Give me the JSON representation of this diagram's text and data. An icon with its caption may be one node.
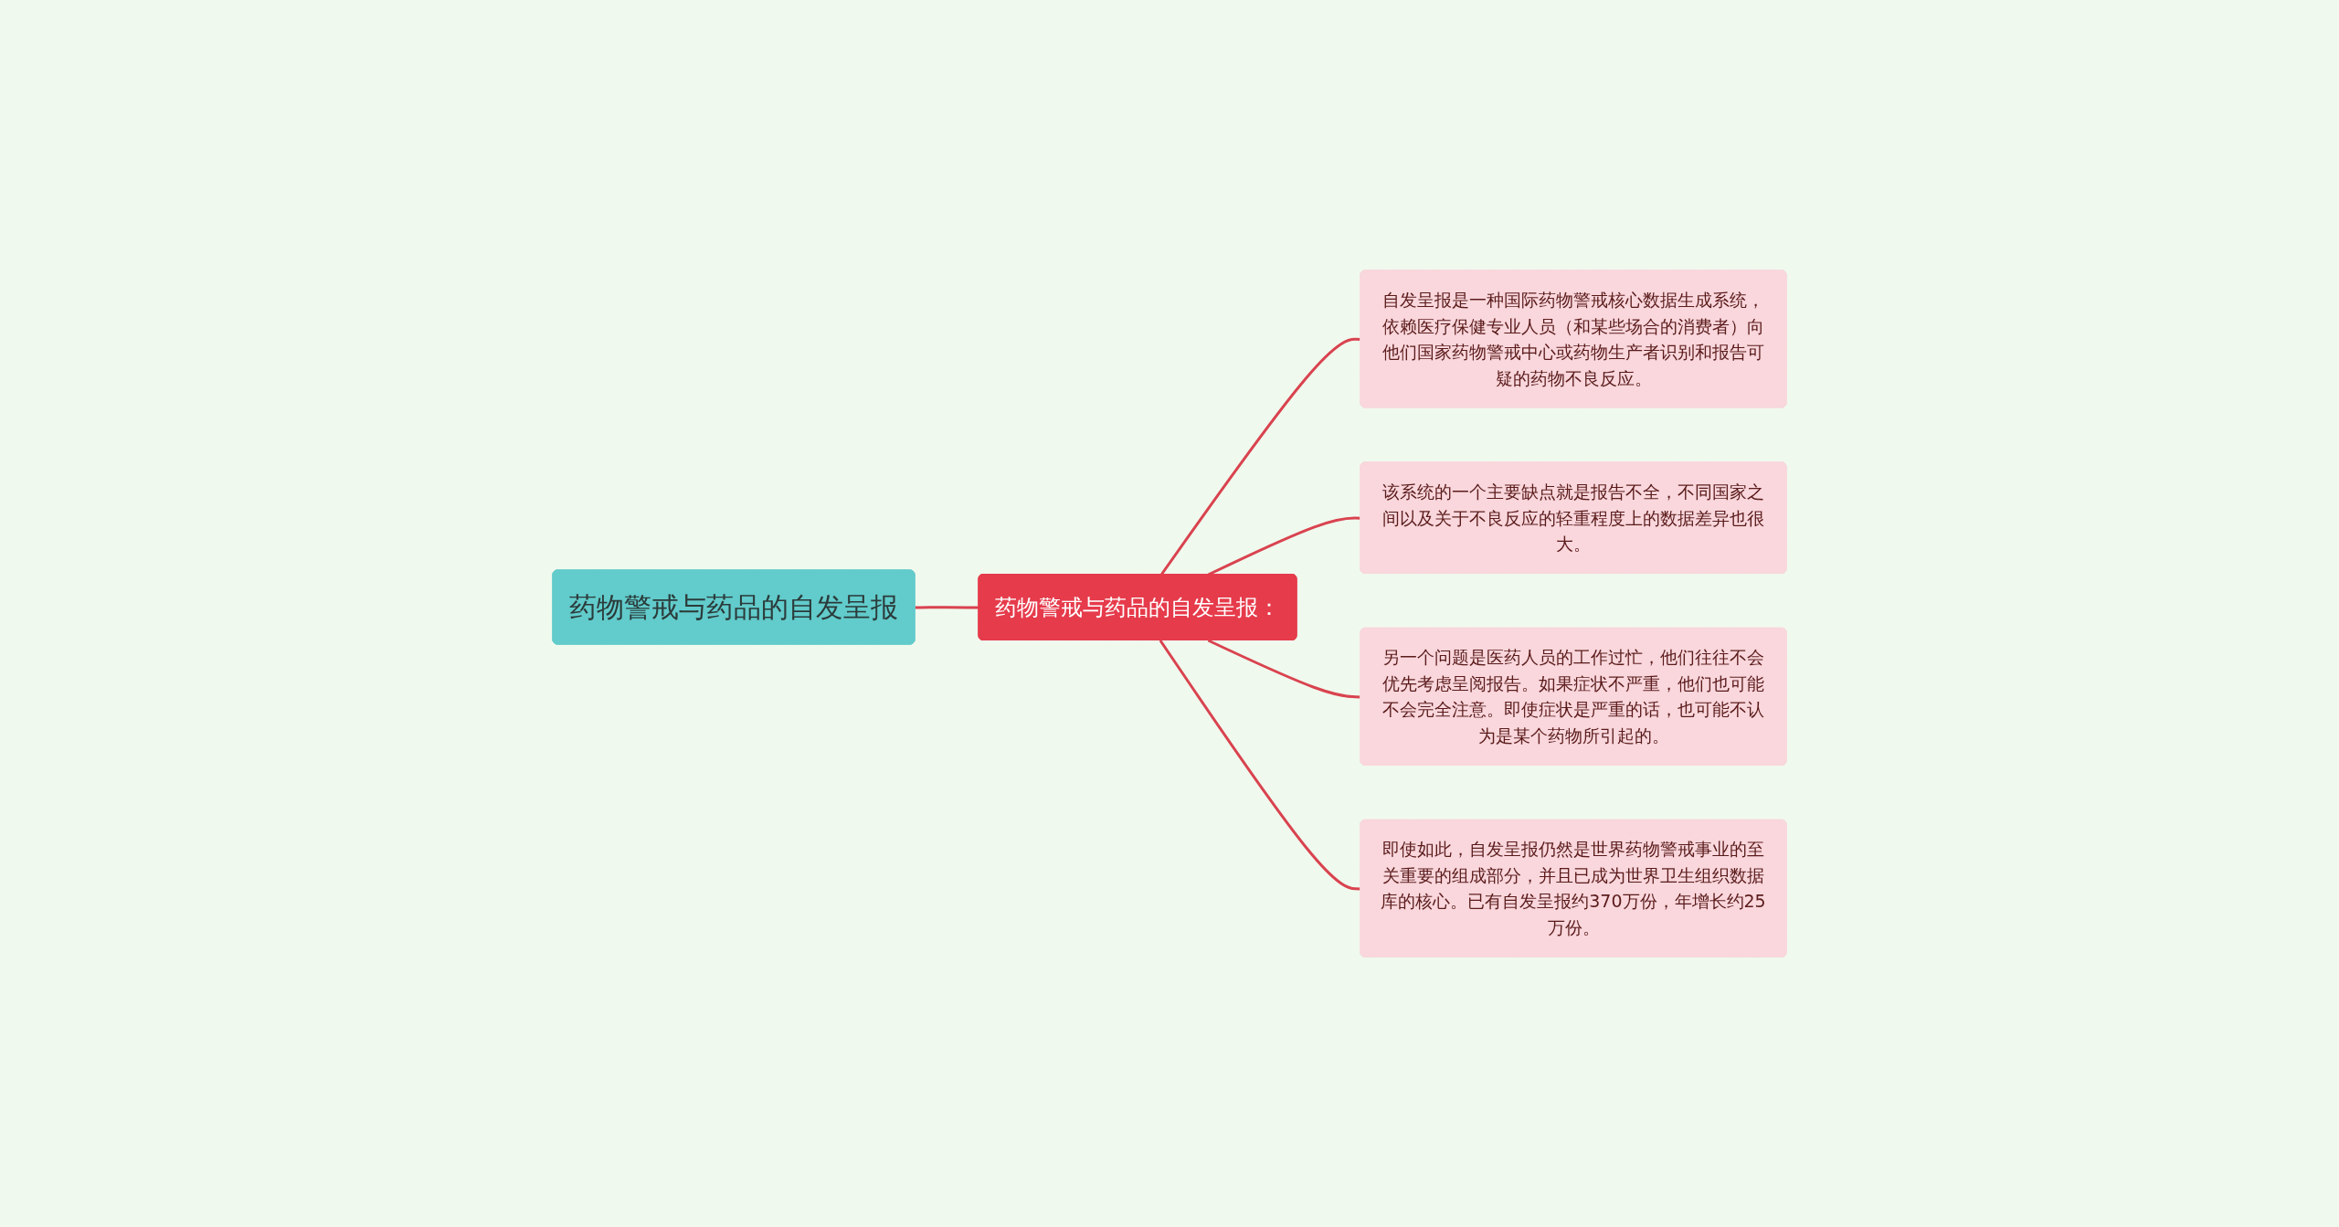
{
  "diagram": {
    "nodes": [
      {
        "text": [
          "药物警戒与药品的自发呈报"
        ]
      },
      {
        "text": [
          "药物警戒与药品的自发呈报："
        ]
      },
      {
        "text": [
          "自发呈报是一种国际药物警戒核心数据生成系统，依赖医疗保健专业人员（和某些场合的消费者）向他们国家药物警戒中心或药物生产者识别和报告可疑的药物不良反应。"
        ]
      },
      {
        "text": [
          "该系统的一个主要缺点就是报告不全，不同国家之间以及关于不良反应的轻重程度上的数据差异也很大。"
        ]
      },
      {
        "text": [
          "另一个问题是医药人员的工作过忙，他们往往不会优先考虑呈阅报告。如果症状不严重，他们也可能不会完全注意。即使症状是严重的话，也可能不认为是某个药物所引起的。"
        ]
      },
      {
        "text": [
          "即使如此，自发呈报仍然是世界药物警戒事业的至关重要的组成部分，并且已成为世界卫生组织数据库的核心。已有自发呈报约370万份，年增长约25万份。"
        ]
      }
    ],
    "edges": [
      {
        "from": 0,
        "to": 1,
        "arrow": "none"
      },
      {
        "from": 1,
        "to": 2,
        "arrow": "none"
      },
      {
        "from": 1,
        "to": 3,
        "arrow": "none"
      },
      {
        "from": 1,
        "to": 4,
        "arrow": "none"
      },
      {
        "from": 1,
        "to": 5,
        "arrow": "none"
      }
    ]
  }
}
